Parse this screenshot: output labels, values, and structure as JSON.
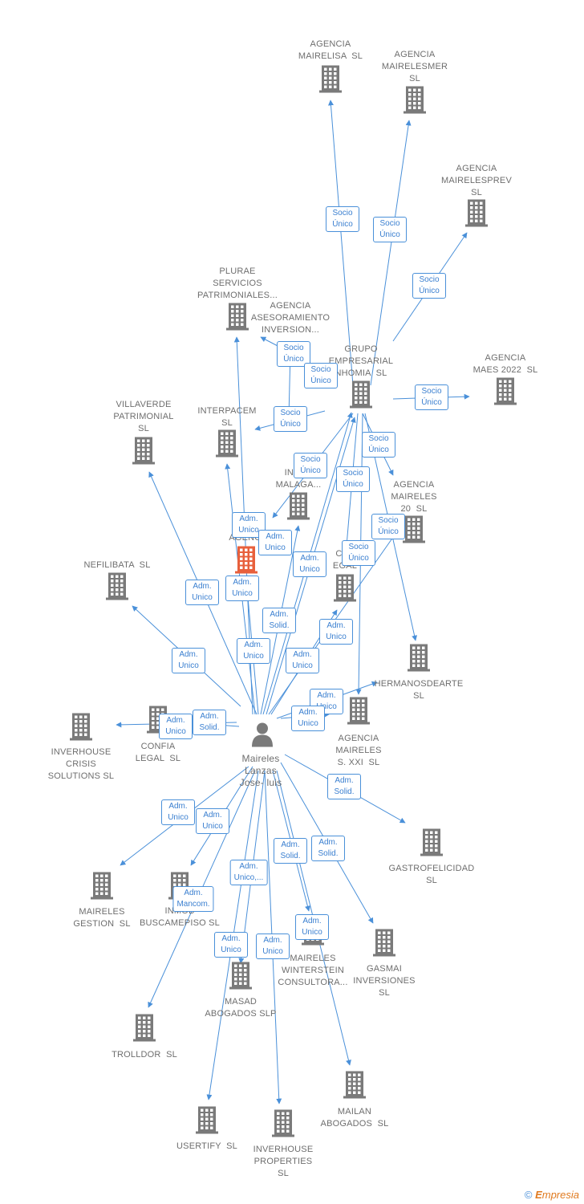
{
  "diagram": {
    "center": {
      "label": "Maireles\nLanzas\nJose- luis"
    },
    "companies": {
      "mairelisa": "AGENCIA\nMAIRELISA  SL",
      "mairelesmer": "AGENCIA\nMAIRELESMER\nSL",
      "mairelesprev": "AGENCIA\nMAIRELESPREV\nSL",
      "maes2022": "AGENCIA\nMAES 2022  SL",
      "grupo": "GRUPO\nEMPRESARIAL\nNHOMIA  SL",
      "plurae": "PLURAE\nSERVICIOS\nPATRIMONIALES...",
      "asesoramiento": "AGENCIA\nASESORAMIENTO\nINVERSION...",
      "villaverde": "VILLAVERDE\nPATRIMONIAL\nSL",
      "interpacem": "INTERPACEM\nSL",
      "inversiones_malaga": "A\nINVER\nMALAGA...",
      "maireles20": "AGENCIA\nMAIRELES\n20  SL",
      "agencia_main": "AGENCI",
      "nefilibata": "NEFILIBATA  SL",
      "servicios_legales": "CES\nEGAL",
      "hermanosdearte": "HERMANOSDEARTE\nSL",
      "inverhouse_crisis": "INVERHOUSE\nCRISIS\nSOLUTIONS SL",
      "confia": "CONFIA\nLEGAL  SL",
      "maireles_xxi": "AGENCIA\nMAIRELES\nS. XXI  SL",
      "gastrofelicidad": "GASTROFELICIDAD\nSL",
      "maireles_gestion": "MAIRELES\nGESTION  SL",
      "inmo_buscamepiso": "INMOB\nBUSCAMEPISO SL",
      "winterstein": "MAIRELES\nWINTERSTEIN\nCONSULTORA...",
      "gasmai": "GASMAI\nINVERSIONES\nSL",
      "masad": "MASAD\nABOGADOS SLP",
      "trolldor": "TROLLDOR  SL",
      "mailan": "MAILAN\nABOGADOS  SL",
      "usertify": "USERTIFY  SL",
      "inverhouse_properties": "INVERHOUSE\nPROPERTIES\nSL"
    },
    "relations": {
      "socio_unico": "Socio\nÚnico",
      "adm_unico": "Adm.\nUnico",
      "adm_solid": "Adm.\nSolid.",
      "adm_unico_trunc": "Adm.\nUnico,...",
      "adm_mancom": "Adm.\nMancom."
    },
    "colors": {
      "edge": "#4a90d9",
      "building": "#7a7a7a",
      "highlight": "#e8603c",
      "badge_border": "#4a90d9",
      "label": "#6e6e6e"
    }
  },
  "footer": {
    "copyright": "©",
    "brand_e": "E",
    "brand_rest": "mpresia"
  }
}
